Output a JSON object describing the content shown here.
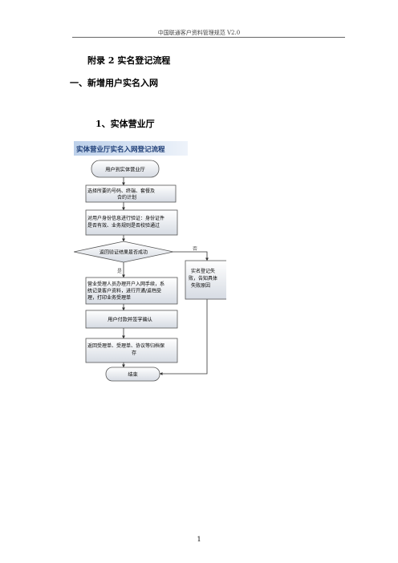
{
  "header": {
    "title": "中国联通客户资料管理规范 V2.0"
  },
  "appendix": {
    "title": "附录 2  实名登记流程"
  },
  "section": {
    "title": "一、新增用户实名入网"
  },
  "subsection": {
    "title": "1、实体营业厅"
  },
  "flowchart": {
    "title": "实体营业厅实名入网登记流程",
    "nodes": {
      "start": "用户到实体营业厅",
      "select": [
        "选择所要的号码、终端、套餐及",
        "合约计划"
      ],
      "verify": [
        "对用户身份信息进行验证：身份证件",
        "是否有效、业务规则是否校验通过"
      ],
      "decision": "返回验证结果是否成功",
      "handle": [
        "营业受理人员办理开户入网手续，系",
        "统记录客户资料，进行开通/返档受",
        "理，打印业务受理单"
      ],
      "confirm": "用户付款并签字确认",
      "return": [
        "返回受理单、受理单、协议等归档保",
        "存"
      ],
      "fail": [
        "实名登记失",
        "败，告知具体",
        "失败原因"
      ],
      "end": "结束"
    },
    "labels": {
      "yes": "是",
      "no": "否"
    }
  },
  "footer": {
    "page_number": "1"
  }
}
